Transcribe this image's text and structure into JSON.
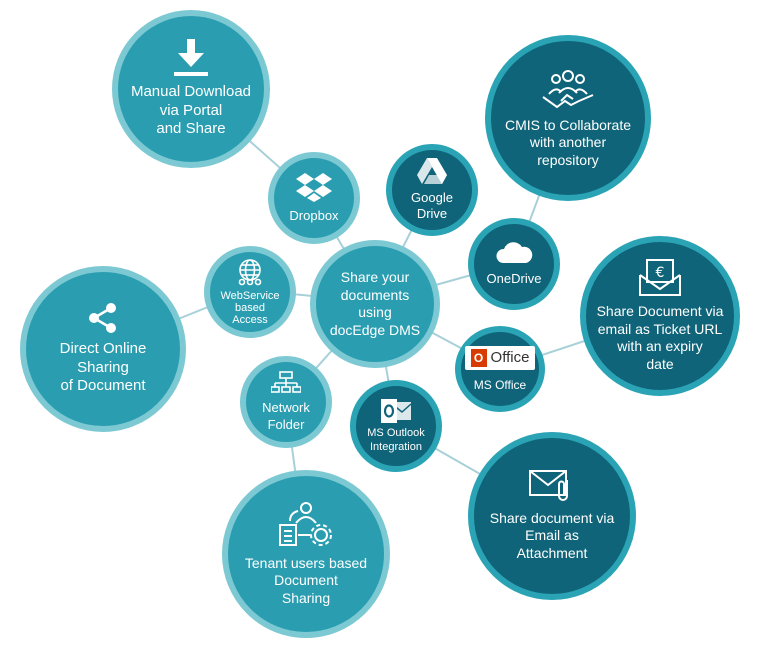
{
  "diagram": {
    "center": {
      "label": "Share your\ndocuments\nusing\ndocEdge DMS"
    },
    "nodes": [
      {
        "key": "manual",
        "label": "Manual Download\nvia Portal\nand Share",
        "icon": "download-icon"
      },
      {
        "key": "dropbox",
        "label": "Dropbox",
        "icon": "dropbox-icon"
      },
      {
        "key": "gdrive",
        "label": "Google\nDrive",
        "icon": "google-drive-icon"
      },
      {
        "key": "cmis",
        "label": "CMIS to Collaborate\nwith another\nrepository",
        "icon": "handshake-icon"
      },
      {
        "key": "onedrive",
        "label": "OneDrive",
        "icon": "cloud-icon"
      },
      {
        "key": "webservice",
        "label": "WebService\nbased\nAccess",
        "icon": "globe-users-icon"
      },
      {
        "key": "direct",
        "label": "Direct Online\nSharing\nof Document",
        "icon": "share-icon"
      },
      {
        "key": "ticket",
        "label": "Share Document via\nemail as Ticket URL\nwith an expiry\ndate",
        "icon": "euro-envelope-icon"
      },
      {
        "key": "msoffice",
        "label": "MS Office",
        "icon": "office-icon",
        "logo_text": "Office"
      },
      {
        "key": "network",
        "label": "Network\nFolder",
        "icon": "network-icon"
      },
      {
        "key": "outlook",
        "label": "MS Outlook\nIntegration",
        "icon": "outlook-icon"
      },
      {
        "key": "tenant",
        "label": "Tenant users based\nDocument\nSharing",
        "icon": "tenant-users-icon"
      },
      {
        "key": "attach",
        "label": "Share document via\nEmail as\nAttachment",
        "icon": "envelope-clip-icon"
      }
    ]
  }
}
